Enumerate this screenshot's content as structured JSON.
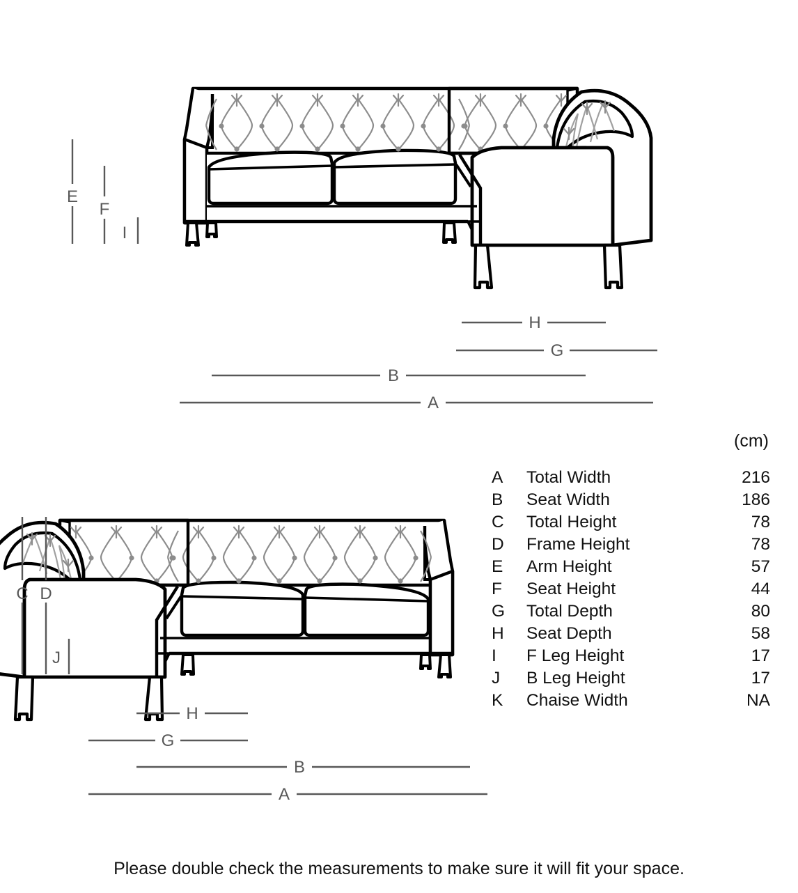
{
  "units_header": "(cm)",
  "footer_note": "Please double check the measurements to make sure it will fit your space.",
  "colors": {
    "outline": "#000000",
    "tufting": "#8c8c8c",
    "dimension": "#585858",
    "text": "#111111",
    "background": "#ffffff"
  },
  "spec_table": {
    "columns": [
      "key",
      "name",
      "value"
    ],
    "rows": [
      {
        "key": "A",
        "name": "Total Width",
        "value": "216"
      },
      {
        "key": "B",
        "name": "Seat Width",
        "value": "186"
      },
      {
        "key": "C",
        "name": "Total Height",
        "value": "78"
      },
      {
        "key": "D",
        "name": "Frame Height",
        "value": "78"
      },
      {
        "key": "E",
        "name": "Arm Height",
        "value": "57"
      },
      {
        "key": "F",
        "name": "Seat Height",
        "value": "44"
      },
      {
        "key": "G",
        "name": "Total Depth",
        "value": "80"
      },
      {
        "key": "H",
        "name": "Seat Depth",
        "value": "58"
      },
      {
        "key": "I",
        "name": "F Leg Height",
        "value": "17"
      },
      {
        "key": "J",
        "name": "B Leg Height",
        "value": "17"
      },
      {
        "key": "K",
        "name": "Chaise Width",
        "value": "NA"
      }
    ]
  },
  "top_view": {
    "title": "left-facing corner sofa front view",
    "vertical_dimensions": [
      {
        "key": "E",
        "name": "arm-height"
      },
      {
        "key": "F",
        "name": "seat-height"
      },
      {
        "key": "I",
        "name": "front-leg-height"
      }
    ],
    "horizontal_dimensions": [
      {
        "key": "H",
        "name": "seat-depth"
      },
      {
        "key": "G",
        "name": "total-depth"
      },
      {
        "key": "B",
        "name": "seat-width"
      },
      {
        "key": "A",
        "name": "total-width"
      }
    ]
  },
  "bottom_view": {
    "title": "right-facing corner sofa front view",
    "vertical_dimensions": [
      {
        "key": "C",
        "name": "total-height"
      },
      {
        "key": "D",
        "name": "frame-height"
      },
      {
        "key": "J",
        "name": "back-leg-height"
      }
    ],
    "horizontal_dimensions": [
      {
        "key": "H",
        "name": "seat-depth"
      },
      {
        "key": "G",
        "name": "total-depth"
      },
      {
        "key": "B",
        "name": "seat-width"
      },
      {
        "key": "A",
        "name": "total-width"
      }
    ]
  }
}
